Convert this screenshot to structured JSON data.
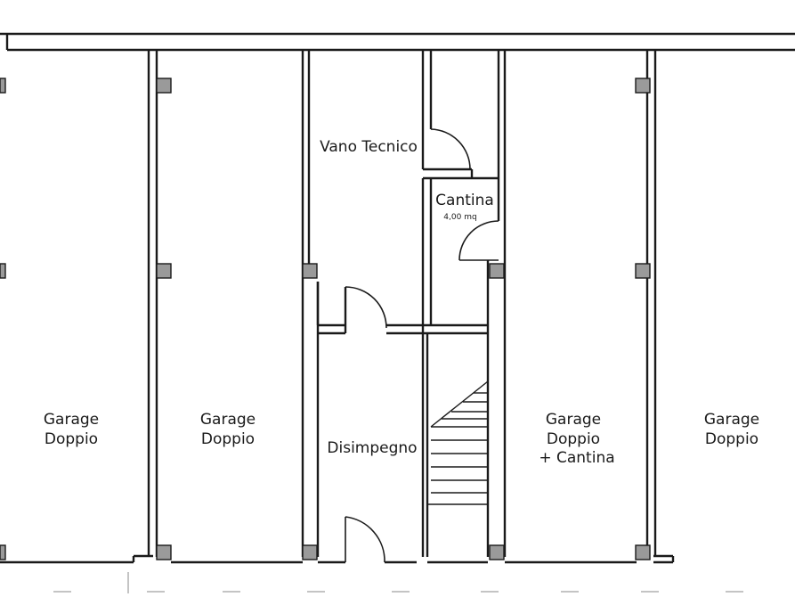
{
  "rooms": {
    "garage_1": {
      "line1": "Garage",
      "line2": "Doppio"
    },
    "garage_2": {
      "line1": "Garage",
      "line2": "Doppio"
    },
    "vano_tecnico": {
      "label": "Vano Tecnico"
    },
    "cantina": {
      "label": "Cantina",
      "area": "4,00 mq"
    },
    "disimpegno": {
      "label": "Disimpegno"
    },
    "garage_3": {
      "line1": "Garage",
      "line2": "Doppio",
      "line3": "+ Cantina"
    },
    "garage_4": {
      "line1": "Garage",
      "line2": "Doppio"
    }
  },
  "colors": {
    "wall": "#1a1a1a",
    "pillar": "#9a9a9a",
    "background": "#ffffff"
  }
}
